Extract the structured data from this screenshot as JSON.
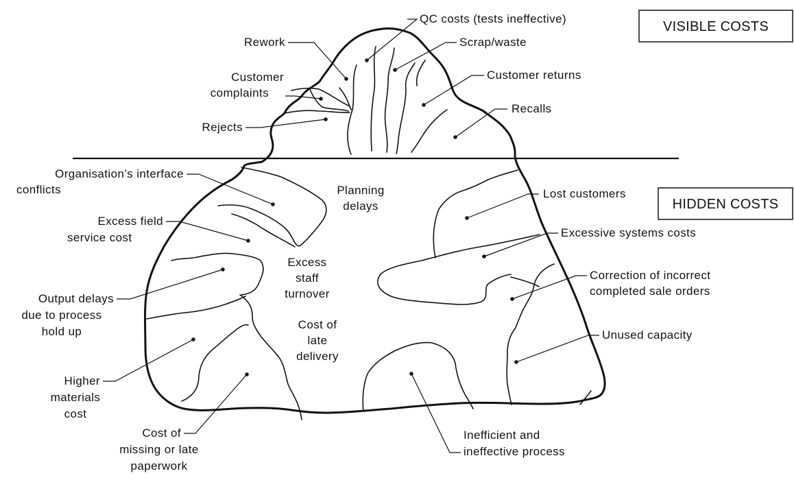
{
  "sections": {
    "visible": {
      "label": "VISIBLE COSTS"
    },
    "hidden": {
      "label": "HIDDEN COSTS"
    }
  },
  "visible_labels": {
    "qc_costs": "QC costs (tests ineffective)",
    "rework": "Rework",
    "scrap_waste": "Scrap/waste",
    "customer_complaints": [
      "Customer",
      "complaints"
    ],
    "customer_returns": "Customer returns",
    "recalls": "Recalls",
    "rejects": "Rejects"
  },
  "hidden_labels": {
    "interface_conflicts": [
      "Organisation’s interface",
      "conflicts"
    ],
    "field_service": [
      "Excess field",
      "service cost"
    ],
    "output_delays": [
      "Output delays",
      "due to process",
      "hold up"
    ],
    "higher_materials": [
      "Higher",
      "materials",
      "cost"
    ],
    "missing_paperwork": [
      "Cost of",
      "missing or late",
      "paperwork"
    ],
    "planning_delays": [
      "Planning",
      "delays"
    ],
    "staff_turnover": [
      "Excess",
      "staff",
      "turnover"
    ],
    "late_delivery": [
      "Cost of",
      "late",
      "delivery"
    ],
    "lost_customers": "Lost customers",
    "systems_costs": "Excessive systems costs",
    "correction_orders": [
      "Correction of incorrect",
      "completed sale orders"
    ],
    "unused_capacity": "Unused capacity",
    "inefficient_process": [
      "Inefficient and",
      "ineffective process"
    ]
  }
}
